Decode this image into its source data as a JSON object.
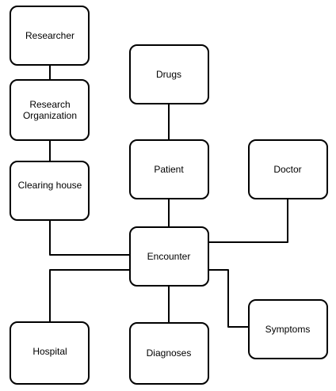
{
  "nodes": {
    "researcher": {
      "label": "Researcher"
    },
    "research_org": {
      "line1": "Research",
      "line2": "Organization"
    },
    "clearing_house": {
      "label": "Clearing house"
    },
    "drugs": {
      "label": "Drugs"
    },
    "patient": {
      "label": "Patient"
    },
    "doctor": {
      "label": "Doctor"
    },
    "encounter": {
      "label": "Encounter"
    },
    "hospital": {
      "label": "Hospital"
    },
    "diagnoses": {
      "label": "Diagnoses"
    },
    "symptoms": {
      "label": "Symptoms"
    }
  }
}
